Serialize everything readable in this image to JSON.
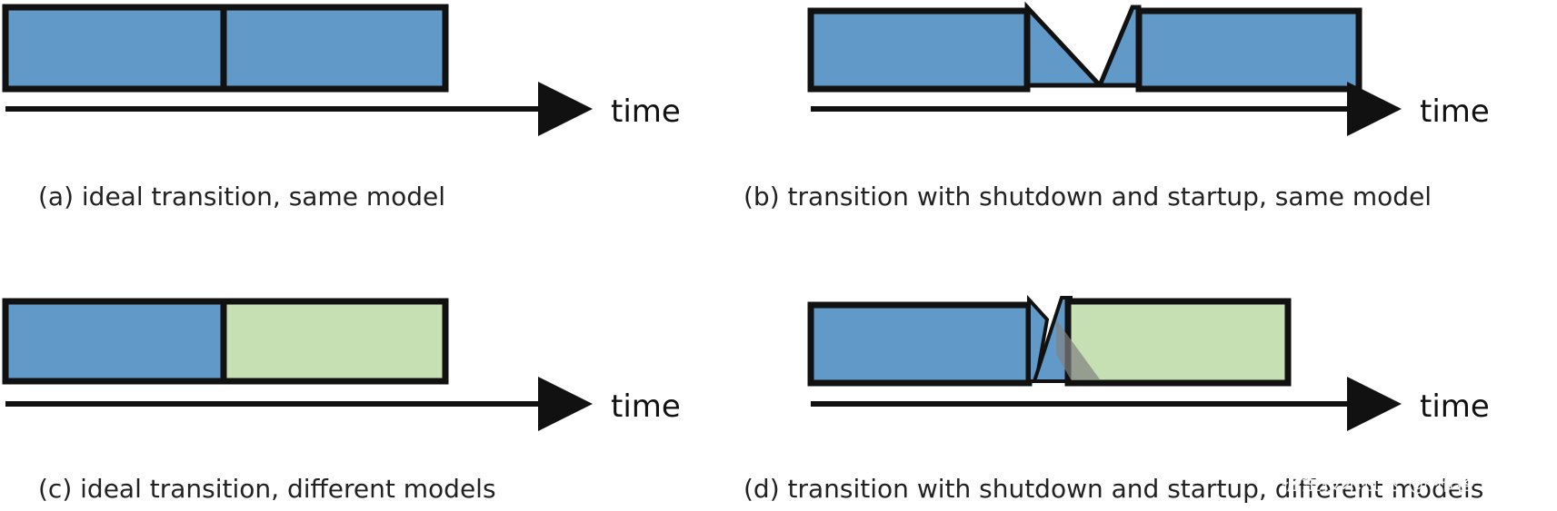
{
  "colors": {
    "blue": "#6199c9",
    "green": "#c6e0b4",
    "outline": "#111111",
    "gray": "#808080",
    "text": "#222222"
  },
  "panels": [
    {
      "id": "a",
      "axis_label": "time",
      "caption": "(a) ideal transition, same model",
      "segments": [
        "blue",
        "blue"
      ],
      "transition": "ideal"
    },
    {
      "id": "b",
      "axis_label": "time",
      "caption": "(b) transition with shutdown and startup, same model",
      "segments": [
        "blue",
        "blue"
      ],
      "transition": "shutdown-startup"
    },
    {
      "id": "c",
      "axis_label": "time",
      "caption": "(c) ideal transition, different models",
      "segments": [
        "blue",
        "green"
      ],
      "transition": "ideal"
    },
    {
      "id": "d",
      "axis_label": "time",
      "caption": "(d) transition with shutdown and startup, different models",
      "segments": [
        "blue",
        "green"
      ],
      "transition": "shutdown-startup"
    }
  ],
  "watermark": "掘金技术社区 @ 布客飞龙"
}
